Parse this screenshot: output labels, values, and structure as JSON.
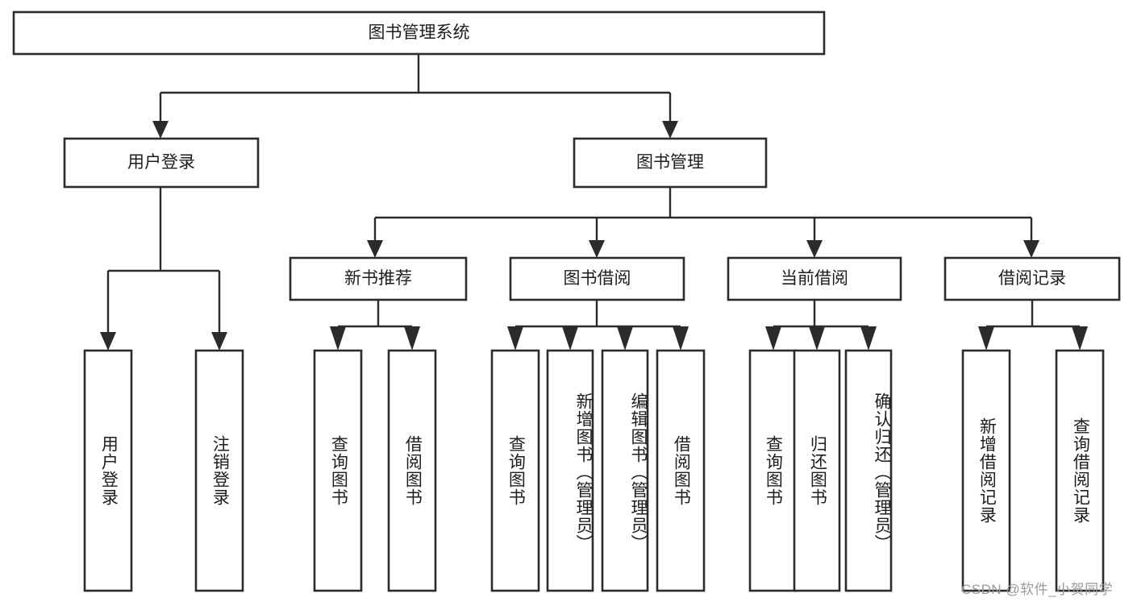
{
  "diagram": {
    "type": "tree-hierarchy",
    "title": "图书管理系统",
    "watermark": "CSDN @软件_小贺同学",
    "colors": {
      "stroke": "#2b2b2b",
      "fill": "#ffffff",
      "text": "#1d1d1d",
      "watermark": "#9a9a9a",
      "background": "#ffffff"
    },
    "nodes": {
      "root": {
        "label": "图书管理系统",
        "orientation": "horizontal",
        "level": 1
      },
      "user_login": {
        "label": "用户登录",
        "orientation": "horizontal",
        "level": 2
      },
      "book_manage": {
        "label": "图书管理",
        "orientation": "horizontal",
        "level": 2
      },
      "new_book_rec": {
        "label": "新书推荐",
        "orientation": "horizontal",
        "level": 3
      },
      "book_borrow": {
        "label": "图书借阅",
        "orientation": "horizontal",
        "level": 3
      },
      "current_borrow": {
        "label": "当前借阅",
        "orientation": "horizontal",
        "level": 3
      },
      "borrow_record": {
        "label": "借阅记录",
        "orientation": "horizontal",
        "level": 3
      },
      "leaf_user_login": {
        "label": "用户登录",
        "orientation": "vertical",
        "level": 4
      },
      "leaf_logout": {
        "label": "注销登录",
        "orientation": "vertical",
        "level": 4
      },
      "leaf_query_book_a": {
        "label": "查询图书",
        "orientation": "vertical",
        "level": 4
      },
      "leaf_borrow_book_a": {
        "label": "借阅图书",
        "orientation": "vertical",
        "level": 4
      },
      "leaf_query_book_b": {
        "label": "查询图书",
        "orientation": "vertical",
        "level": 4
      },
      "leaf_add_book": {
        "label": "新增图书（管理员）",
        "orientation": "vertical",
        "level": 4
      },
      "leaf_edit_book": {
        "label": "编辑图书（管理员）",
        "orientation": "vertical",
        "level": 4
      },
      "leaf_borrow_book_b": {
        "label": "借阅图书",
        "orientation": "vertical",
        "level": 4
      },
      "leaf_query_book_c": {
        "label": "查询图书",
        "orientation": "vertical",
        "level": 4
      },
      "leaf_return_book": {
        "label": "归还图书",
        "orientation": "vertical",
        "level": 4
      },
      "leaf_confirm_return": {
        "label": "确认归还（管理员）",
        "orientation": "vertical",
        "level": 4
      },
      "leaf_add_record": {
        "label": "新增借阅记录",
        "orientation": "vertical",
        "level": 4
      },
      "leaf_query_record": {
        "label": "查询借阅记录",
        "orientation": "vertical",
        "level": 4
      }
    },
    "edges": [
      {
        "from": "root",
        "to": "user_login"
      },
      {
        "from": "root",
        "to": "book_manage"
      },
      {
        "from": "book_manage",
        "to": "new_book_rec"
      },
      {
        "from": "book_manage",
        "to": "book_borrow"
      },
      {
        "from": "book_manage",
        "to": "current_borrow"
      },
      {
        "from": "book_manage",
        "to": "borrow_record"
      },
      {
        "from": "user_login",
        "to": "leaf_user_login"
      },
      {
        "from": "user_login",
        "to": "leaf_logout"
      },
      {
        "from": "new_book_rec",
        "to": "leaf_query_book_a"
      },
      {
        "from": "new_book_rec",
        "to": "leaf_borrow_book_a"
      },
      {
        "from": "book_borrow",
        "to": "leaf_query_book_b"
      },
      {
        "from": "book_borrow",
        "to": "leaf_add_book"
      },
      {
        "from": "book_borrow",
        "to": "leaf_edit_book"
      },
      {
        "from": "book_borrow",
        "to": "leaf_borrow_book_b"
      },
      {
        "from": "current_borrow",
        "to": "leaf_query_book_c"
      },
      {
        "from": "current_borrow",
        "to": "leaf_return_book"
      },
      {
        "from": "current_borrow",
        "to": "leaf_confirm_return"
      },
      {
        "from": "borrow_record",
        "to": "leaf_add_record"
      },
      {
        "from": "borrow_record",
        "to": "leaf_query_record"
      }
    ]
  }
}
